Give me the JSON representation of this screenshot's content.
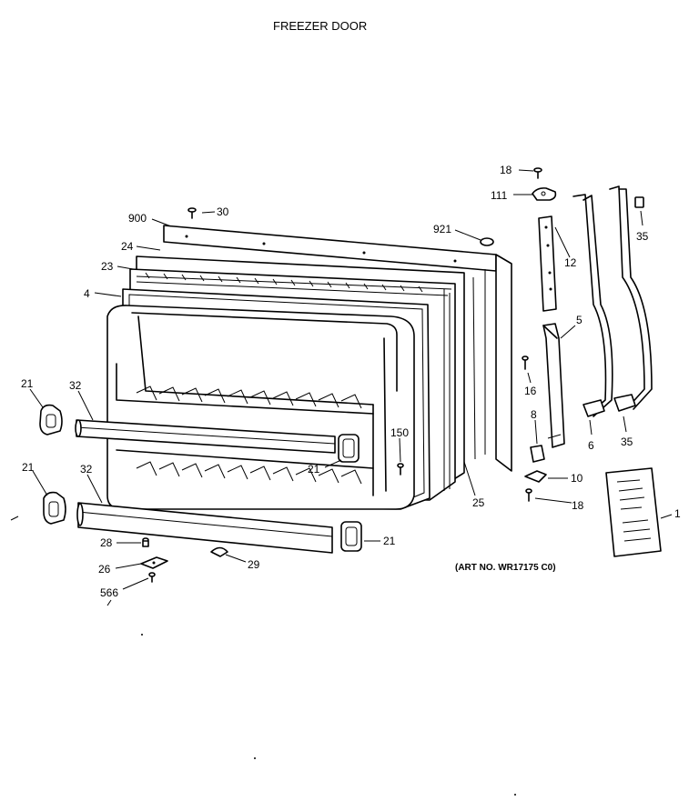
{
  "title": "FREEZER DOOR",
  "art_no": "(ART NO. WR17175 C0)",
  "labels": {
    "p18a": "18",
    "p111": "111",
    "p35a": "35",
    "p12": "12",
    "p900": "900",
    "p30": "30",
    "p921": "921",
    "p24": "24",
    "p23": "23",
    "p4": "4",
    "p5": "5",
    "p16": "16",
    "p21a": "21",
    "p32a": "32",
    "p8": "8",
    "p6": "6",
    "p35b": "35",
    "p150": "150",
    "p21b": "21",
    "p21c": "21",
    "p32b": "32",
    "p10": "10",
    "p25": "25",
    "p18b": "18",
    "p1": "1",
    "p28": "28",
    "p21d": "21",
    "p26": "26",
    "p29": "29",
    "p566": "566"
  }
}
